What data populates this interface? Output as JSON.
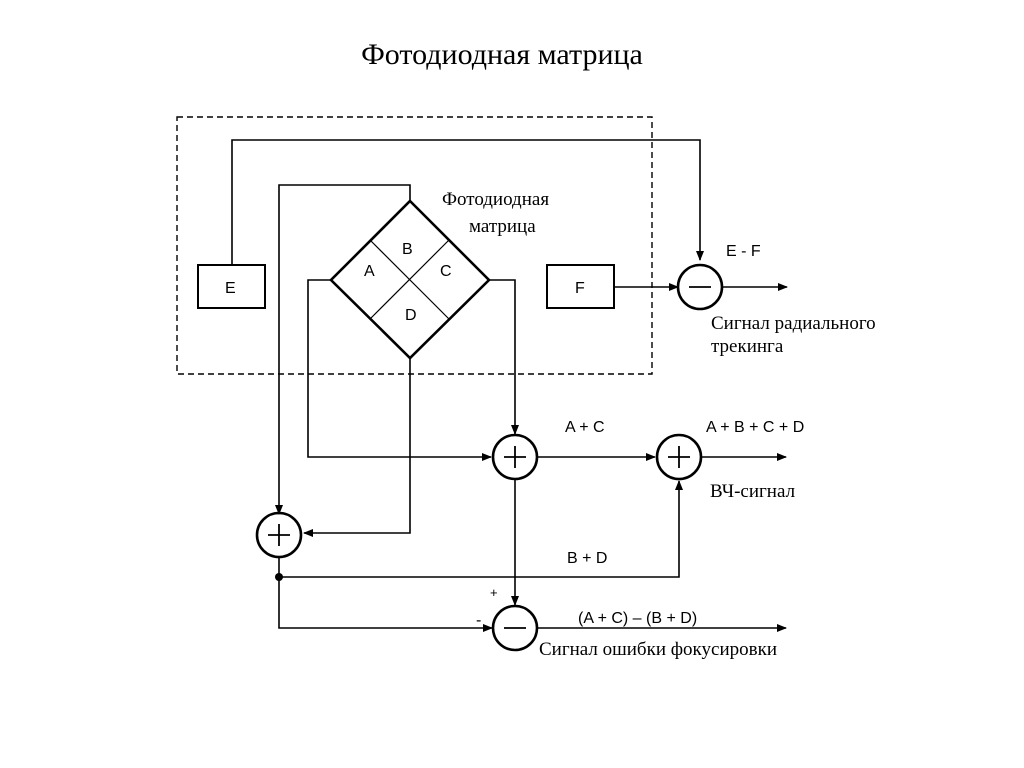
{
  "title": "Фотодиодная матрица",
  "matrix_label": [
    "Фотодиодная",
    "матрица"
  ],
  "sectors": {
    "a": "A",
    "b": "B",
    "c": "C",
    "d": "D"
  },
  "boxes": {
    "e": "E",
    "f": "F"
  },
  "expressions": {
    "e_minus_f": "E - F",
    "a_plus_c": "A + C",
    "sum_all": "A + B + C + D",
    "b_plus_d": "B + D",
    "focus_expr": "(A + C) – (B + D)"
  },
  "outputs": {
    "radial": [
      "Сигнал радиального",
      "трекинга"
    ],
    "rf": "ВЧ-сигнал",
    "focus": "Сигнал ошибки фокусировки"
  },
  "signs": {
    "plus": "+",
    "minus": "-"
  }
}
